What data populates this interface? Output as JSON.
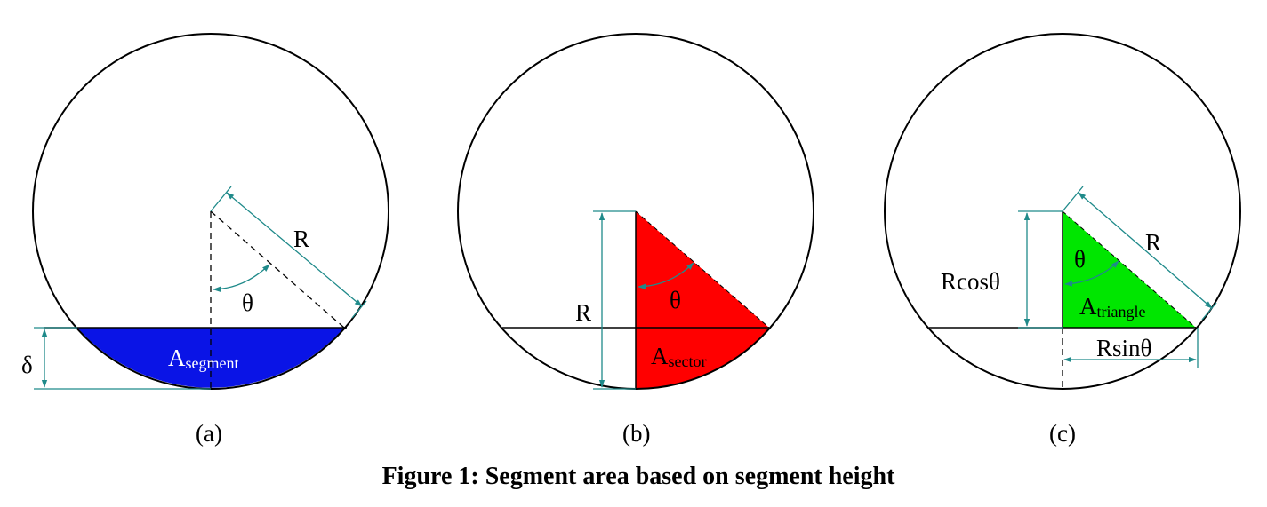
{
  "figure": {
    "caption": "Figure 1: Segment area based on segment height",
    "colors": {
      "segment": "#0a14e6",
      "sector": "#ff0000",
      "triangle": "#00e600",
      "dimension": "#1f8a8a",
      "outline": "#000000"
    },
    "panel_a": {
      "label": "(a)",
      "radius": "R",
      "angle": "θ",
      "height": "δ",
      "area_main": "A",
      "area_sub": "segment"
    },
    "panel_b": {
      "label": "(b)",
      "radius": "R",
      "angle": "θ",
      "area_main": "A",
      "area_sub": "sector"
    },
    "panel_c": {
      "label": "(c)",
      "radius": "R",
      "angle": "θ",
      "vertical_dim": "Rcosθ",
      "horizontal_dim": "Rsinθ",
      "area_main": "A",
      "area_sub": "triangle"
    }
  }
}
